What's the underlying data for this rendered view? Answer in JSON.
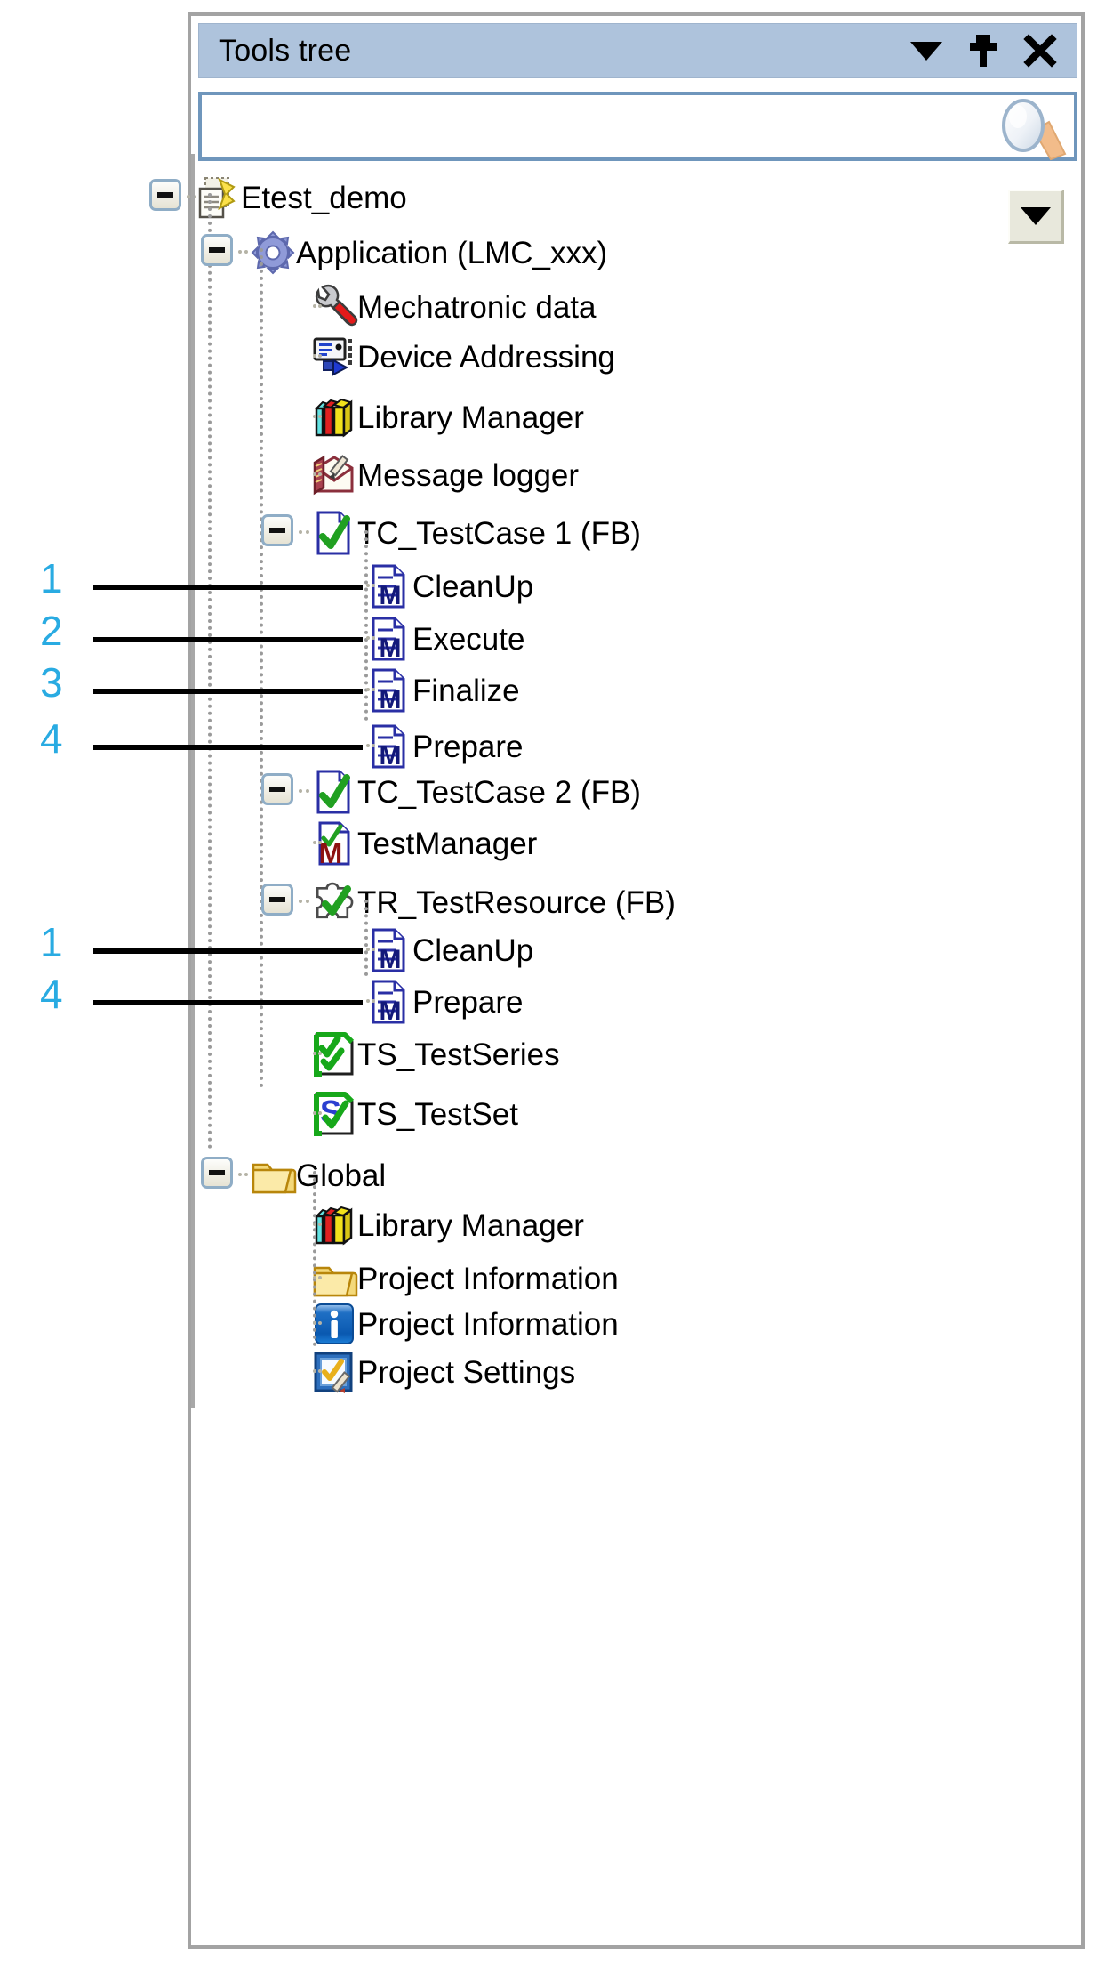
{
  "panel": {
    "title": "Tools tree",
    "titlebar_buttons": [
      {
        "name": "dropdown-menu",
        "glyph": "chevron-down-icon",
        "label": "Menu"
      },
      {
        "name": "pin",
        "glyph": "pin-icon",
        "label": "Auto Hide"
      },
      {
        "name": "close",
        "glyph": "close-icon",
        "label": "Close"
      }
    ],
    "background": "#aec3dc",
    "border": "#a3a3a3"
  },
  "search": {
    "value": "",
    "placeholder": "",
    "icon": "magnifier-icon"
  },
  "tree_toolbar": {
    "dropdown_icon": "chevron-down-icon",
    "dropdown_label": ""
  },
  "tree": {
    "items": [
      {
        "label": "Etest_demo",
        "icon": "project-documents-icon",
        "depth": 0,
        "expander": "minus"
      },
      {
        "label": "Application (LMC_xxx)",
        "icon": "gear-icon",
        "depth": 1,
        "expander": "minus"
      },
      {
        "label": "Mechatronic data",
        "icon": "wrench-icon",
        "depth": 2,
        "expander": "none"
      },
      {
        "label": "Device Addressing",
        "icon": "device-addressing-icon",
        "depth": 2,
        "expander": "none"
      },
      {
        "label": "Library Manager",
        "icon": "library-books-icon",
        "depth": 2,
        "expander": "none"
      },
      {
        "label": "Message logger",
        "icon": "message-logger-icon",
        "depth": 2,
        "expander": "none"
      },
      {
        "label": "TC_TestCase 1 (FB)",
        "icon": "testcase-check-icon",
        "depth": 2,
        "expander": "minus"
      },
      {
        "label": "CleanUp",
        "icon": "method-m-icon",
        "depth": 3,
        "expander": "none",
        "callout": "1"
      },
      {
        "label": "Execute",
        "icon": "method-m-icon",
        "depth": 3,
        "expander": "none",
        "callout": "2"
      },
      {
        "label": "Finalize",
        "icon": "method-m-icon",
        "depth": 3,
        "expander": "none",
        "callout": "3"
      },
      {
        "label": "Prepare",
        "icon": "method-m-icon",
        "depth": 3,
        "expander": "none",
        "callout": "4"
      },
      {
        "label": "TC_TestCase 2 (FB)",
        "icon": "testcase-check-icon",
        "depth": 2,
        "expander": "minus"
      },
      {
        "label": "TestManager",
        "icon": "testmanager-icon",
        "depth": 2,
        "expander": "none"
      },
      {
        "label": "TR_TestResource (FB)",
        "icon": "puzzle-check-icon",
        "depth": 2,
        "expander": "minus"
      },
      {
        "label": "CleanUp",
        "icon": "method-m-icon",
        "depth": 3,
        "expander": "none",
        "callout": "1"
      },
      {
        "label": "Prepare",
        "icon": "method-m-icon",
        "depth": 3,
        "expander": "none",
        "callout": "4"
      },
      {
        "label": "TS_TestSeries",
        "icon": "testseries-icon",
        "depth": 2,
        "expander": "none"
      },
      {
        "label": "TS_TestSet",
        "icon": "testset-icon",
        "depth": 2,
        "expander": "none"
      },
      {
        "label": "Global",
        "icon": "folder-icon",
        "depth": 1,
        "expander": "minus"
      },
      {
        "label": "Library Manager",
        "icon": "library-books-icon",
        "depth": 2,
        "expander": "none"
      },
      {
        "label": "Project Information",
        "icon": "folder-icon",
        "depth": 2,
        "expander": "none"
      },
      {
        "label": "Project Information",
        "icon": "info-icon",
        "depth": 2,
        "expander": "none"
      },
      {
        "label": "Project Settings",
        "icon": "project-settings-icon",
        "depth": 2,
        "expander": "none"
      }
    ]
  },
  "callouts": {
    "color": "#29abe2",
    "numbers": [
      "1",
      "2",
      "3",
      "4",
      "1",
      "4"
    ]
  }
}
